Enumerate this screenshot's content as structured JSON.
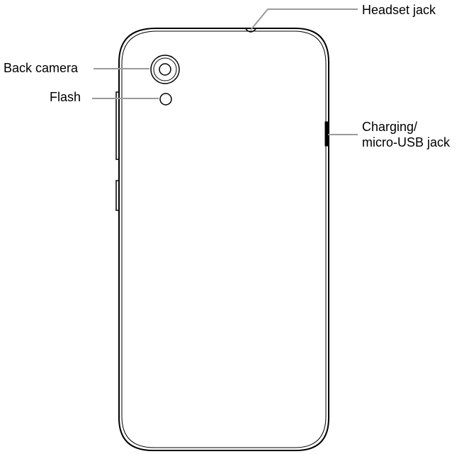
{
  "labels": {
    "headset_jack": "Headset jack",
    "back_camera": "Back camera",
    "flash": "Flash",
    "charging_line1": "Charging/",
    "charging_line2": "micro-USB jack"
  },
  "colors": {
    "stroke": "#000000",
    "callout_line": "#9a9a9a",
    "background": "#ffffff"
  }
}
